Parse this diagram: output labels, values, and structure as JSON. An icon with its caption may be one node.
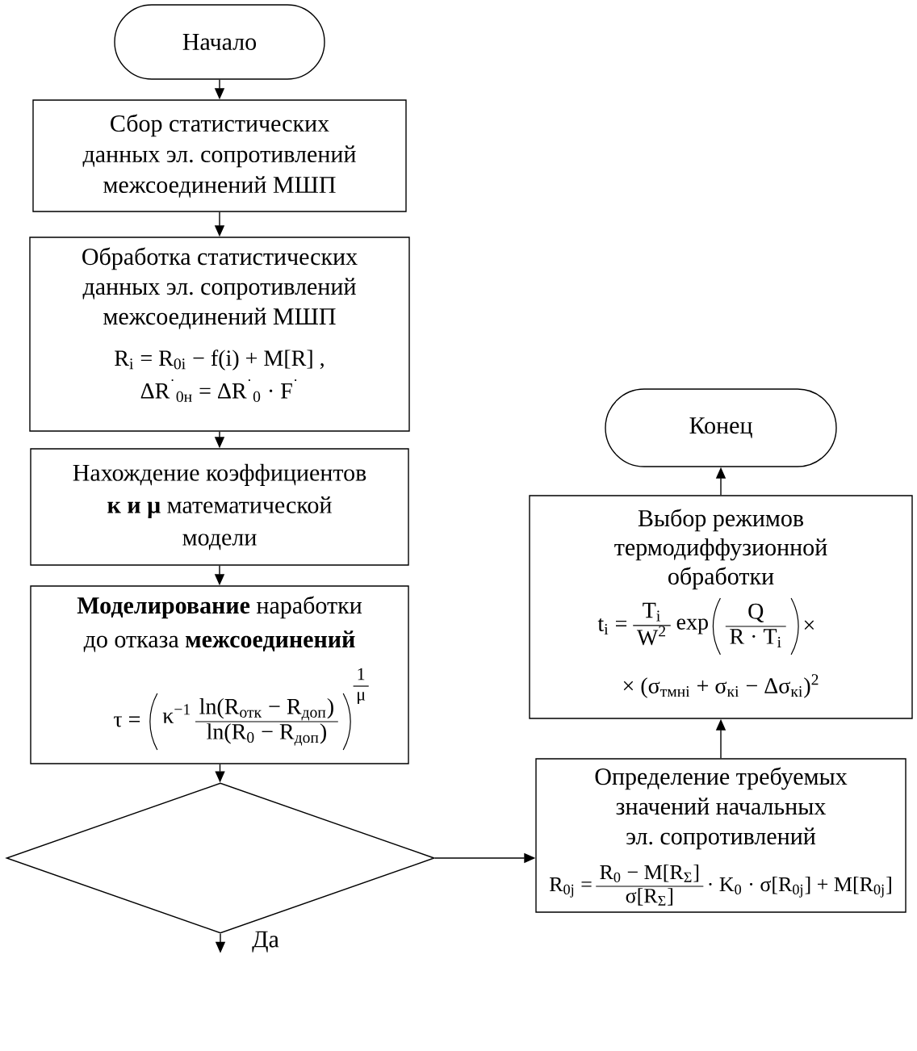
{
  "diagram": {
    "nodes": [
      {
        "text": [
          "Начало"
        ]
      },
      {
        "text": [
          "Сбор статистических данных эл. сопротивлений межсоединений МШП"
        ]
      },
      {
        "text": [
          "Обработка статистических данных эл. сопротивлений межсоединений МШП",
          "R$_{i}$ = R$_{0i}$ − f(i) + M[R] ,",
          "ΔR$^{˙}$$_{0н}$ = ΔR$^{˙}$$_{0}$ · F$^{˙}$"
        ]
      },
      {
        "text": [
          "Нахождение коэффициентов **к и μ** математической модели"
        ]
      },
      {
        "text": [
          "**Моделирование** наработки до отказа **межсоединений**",
          "τ =",
          "κ$^{−1}$",
          "ln(R$_{отк}$ − R$_{доп}$)",
          "ln(R$_{0}$ − R$_{доп}$)",
          "1",
          "μ"
        ]
      },
      {
        "text": [],
        "shape": "diamond"
      },
      {
        "text": [
          "Определение требуемых значений начальных эл. сопротивлений",
          "R$_{0j}$ =",
          "R$_{0}$ − M[R$_{Σ}$]",
          "σ[R$_{Σ}$]",
          "· K$_{0}$ · σ[R$_{0j}$] + M[R$_{0j}$]"
        ]
      },
      {
        "text": [
          "Выбор режимов термодиффузионной обработки",
          "t$_{i}$ =",
          "T$_{i}$",
          "W$^{2}$",
          "exp",
          "Q",
          "R · T$_{i}$",
          "×",
          "× (σ$_{тмнi}$ + σ$_{кi}$ − Δσ$_{кi}$)$^{2}$"
        ]
      },
      {
        "text": [
          "Конец"
        ]
      }
    ],
    "edges": [
      {
        "from": 0,
        "to": 1,
        "arrow": "to"
      },
      {
        "from": 1,
        "to": 2,
        "arrow": "to"
      },
      {
        "from": 2,
        "to": 3,
        "arrow": "to"
      },
      {
        "from": 3,
        "to": 4,
        "arrow": "to"
      },
      {
        "from": 4,
        "to": 5,
        "arrow": "to"
      },
      {
        "from": 5,
        "to": null,
        "arrow": "to",
        "label": "Да"
      },
      {
        "from": 5,
        "to": 6,
        "arrow": "to"
      },
      {
        "from": 6,
        "to": 7,
        "arrow": "to"
      },
      {
        "from": 7,
        "to": 8,
        "arrow": "to"
      }
    ]
  }
}
